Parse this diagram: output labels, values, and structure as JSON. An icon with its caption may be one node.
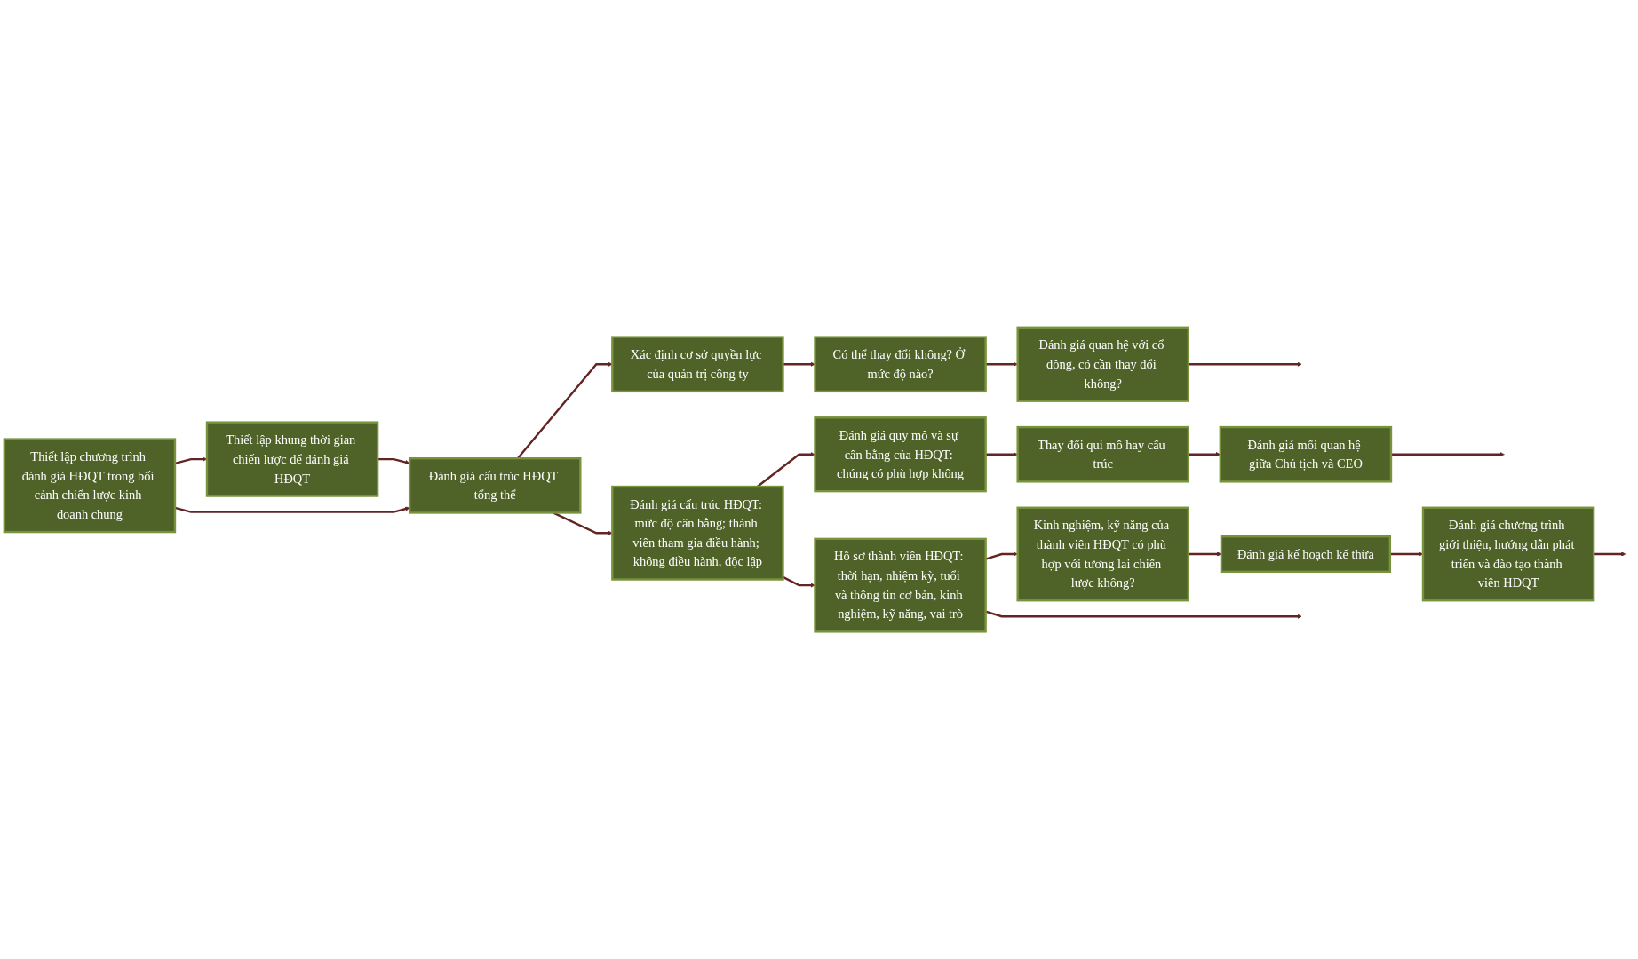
{
  "diagram": {
    "nodes": [
      {
        "text": [
          "Thiết lập chương trình đánh giá HĐQT trong bối cảnh chiến lược kinh doanh chung"
        ]
      },
      {
        "text": [
          "Thiết lập khung thời gian chiến lược để đánh giá HĐQT"
        ]
      },
      {
        "text": [
          "Đánh giá cấu trúc HĐQT tổng thể"
        ]
      },
      {
        "text": [
          "Xác định cơ sở quyền lực của quản trị công ty"
        ]
      },
      {
        "text": [
          "Có thể thay đổi không? Ở mức độ nào?"
        ]
      },
      {
        "text": [
          "Đánh giá quan hệ với cổ đông, có cần thay đổi không?"
        ]
      },
      {
        "text": [
          "Đánh giá cấu trúc HĐQT: mức độ cân bằng; thành viên tham gia điều hành; không điều hành, độc lập"
        ]
      },
      {
        "text": [
          "Đánh giá quy mô và sự cân bằng của HĐQT: chúng có phù hợp không"
        ]
      },
      {
        "text": [
          "Thay đổi qui mô hay cấu trúc"
        ]
      },
      {
        "text": [
          "Đánh giá mối quan hệ giữa Chủ tịch và CEO"
        ]
      },
      {
        "text": [
          "Hồ sơ thành viên HĐQT: thời hạn, nhiệm kỳ, tuổi và thông tin cơ bản, kinh nghiệm, kỹ năng, vai trò"
        ]
      },
      {
        "text": [
          "Kinh nghiệm, kỹ năng của thành viên HĐQT có phù hợp với tương lai chiến lược không?"
        ]
      },
      {
        "text": [
          "Đánh giá kế hoạch kế thừa"
        ]
      },
      {
        "text": [
          "Đánh giá chương trình giới thiệu, hướng dẫn phát triển và đào tạo thành viên HĐQT"
        ]
      }
    ],
    "edges": [
      {
        "from": 0,
        "to": 1,
        "arrow": "to"
      },
      {
        "from": 0,
        "to": 2,
        "arrow": "to"
      },
      {
        "from": 1,
        "to": 2,
        "arrow": "to"
      },
      {
        "from": 2,
        "to": 3,
        "arrow": "to"
      },
      {
        "from": 3,
        "to": 4,
        "arrow": "to"
      },
      {
        "from": 4,
        "to": 5,
        "arrow": "to"
      },
      {
        "from": 5,
        "to": null,
        "arrow": "to"
      },
      {
        "from": 2,
        "to": 6,
        "arrow": "to"
      },
      {
        "from": 6,
        "to": 7,
        "arrow": "to"
      },
      {
        "from": 7,
        "to": 8,
        "arrow": "to"
      },
      {
        "from": 8,
        "to": 9,
        "arrow": "to"
      },
      {
        "from": 9,
        "to": null,
        "arrow": "to"
      },
      {
        "from": 6,
        "to": 10,
        "arrow": "to"
      },
      {
        "from": 10,
        "to": 11,
        "arrow": "to"
      },
      {
        "from": 11,
        "to": 12,
        "arrow": "to"
      },
      {
        "from": 12,
        "to": 13,
        "arrow": "to"
      },
      {
        "from": 13,
        "to": null,
        "arrow": "to"
      },
      {
        "from": 10,
        "to": null,
        "arrow": "to"
      }
    ]
  }
}
